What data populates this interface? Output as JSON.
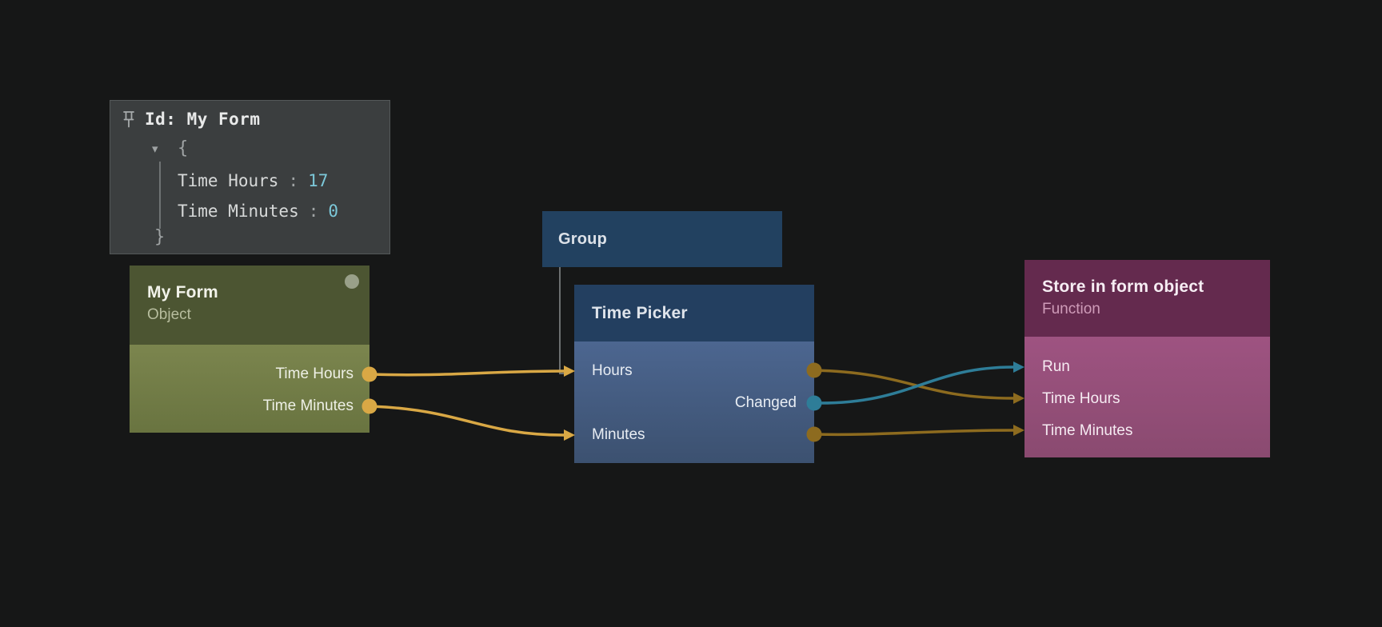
{
  "canvas": {
    "background_color": "#161717"
  },
  "inspector_panel": {
    "pin_icon": "pin-icon",
    "title": "Id: My Form",
    "expander_glyph": "▾",
    "open_brace": "{",
    "close_brace": "}",
    "fields": [
      {
        "label": "Time Hours",
        "separator": ":",
        "value": "17"
      },
      {
        "label": "Time Minutes",
        "separator": ":",
        "value": "0"
      }
    ],
    "value_color": "#7cc8d9",
    "background_color": "#3b3e3f"
  },
  "group": {
    "title": "Group",
    "color": "#224160"
  },
  "nodes": {
    "my_form": {
      "title": "My Form",
      "subtitle": "Object",
      "outputs": [
        "Time Hours",
        "Time Minutes"
      ],
      "header_color": "#4c5532",
      "body_color": "#747e48",
      "port_color": "#d9a845",
      "status_dot_color": "#99a089"
    },
    "time_picker": {
      "title": "Time Picker",
      "inputs": [
        "Hours",
        "Minutes"
      ],
      "outputs": [
        "Changed"
      ],
      "header_color": "#233f60",
      "body_color": "#46608a",
      "hours_out_port_color": "#8d6b1f",
      "changed_port_color": "#2e7d98",
      "minutes_out_port_color": "#8d6b1f"
    },
    "store_in_form_object": {
      "title": "Store in form object",
      "subtitle": "Function",
      "inputs": [
        "Run",
        "Time Hours",
        "Time Minutes"
      ],
      "header_color": "#642a4e",
      "body_color": "#95507c"
    }
  },
  "connections": [
    {
      "from": "My Form.Time Hours",
      "to": "Time Picker.Hours",
      "color": "#d9a845"
    },
    {
      "from": "My Form.Time Minutes",
      "to": "Time Picker.Minutes",
      "color": "#d9a845"
    },
    {
      "from": "Time Picker.Hours",
      "to": "Store in form object.Time Hours",
      "color": "#8d6b1f"
    },
    {
      "from": "Time Picker.Changed",
      "to": "Store in form object.Run",
      "color": "#2e7d98"
    },
    {
      "from": "Time Picker.Minutes",
      "to": "Store in form object.Time Minutes",
      "color": "#8d6b1f"
    }
  ]
}
